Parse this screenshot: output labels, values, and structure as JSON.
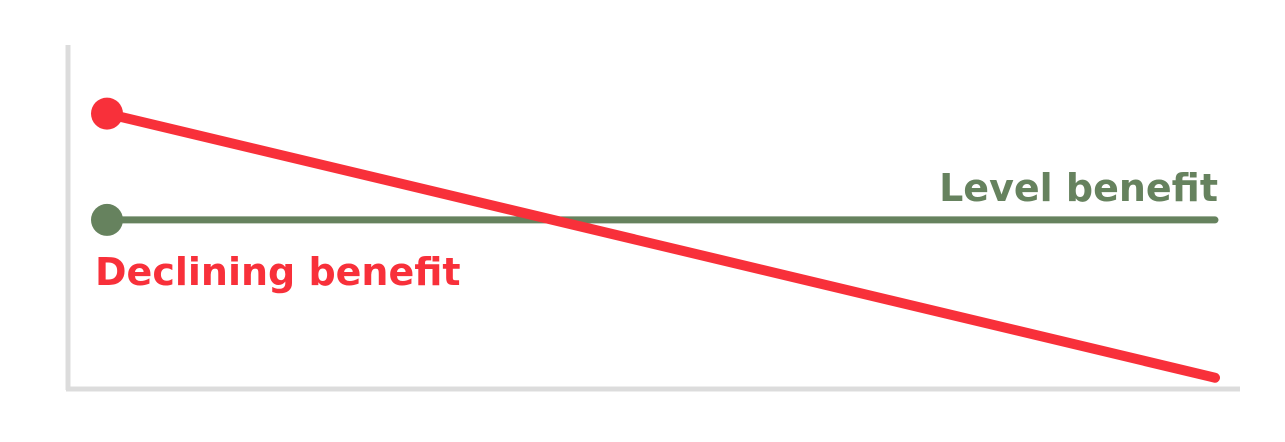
{
  "chart_data": {
    "type": "line",
    "title": "",
    "xlabel": "",
    "ylabel": "",
    "xlim": [
      0,
      10
    ],
    "ylim": [
      0,
      100
    ],
    "grid": false,
    "series": [
      {
        "name": "Declining benefit",
        "color": "#f8303a",
        "x": [
          0,
          10
        ],
        "values": [
          80,
          3
        ]
      },
      {
        "name": "Level benefit",
        "color": "#66825e",
        "x": [
          0,
          10
        ],
        "values": [
          49,
          49
        ]
      }
    ],
    "axis_color": "#dcdcdc"
  }
}
